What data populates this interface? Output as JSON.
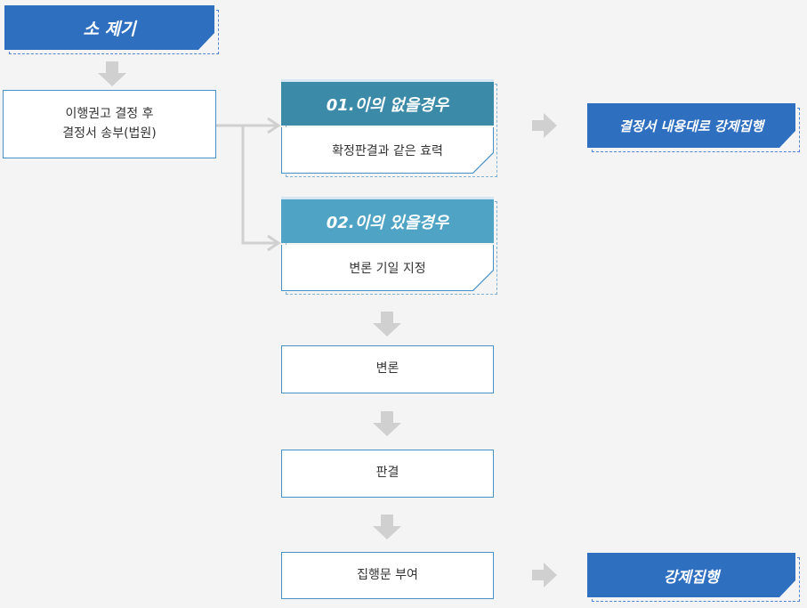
{
  "colors": {
    "banner_blue": "#2f6fc0",
    "case1_teal": "#3a8aa8",
    "case2_teal": "#4fa3c4",
    "step_border": "#4a90c4",
    "arrow_gray": "#d0d0d0"
  },
  "flow": {
    "start": "소 제기",
    "decision_step_line1": "이행권고 결정 후",
    "decision_step_line2": "결정서 송부(법원)",
    "case1": {
      "title": "01.이의 없을경우",
      "body": "확정판결과 같은 효력",
      "result": "결정서 내용대로 강제집행"
    },
    "case2": {
      "title": "02.이의 있을경우",
      "body": "변론 기일 지정"
    },
    "steps": {
      "argument": "변론",
      "judgment": "판결",
      "execution_clause": "집행문 부여"
    },
    "final": "강제집행"
  },
  "icons": {
    "down_arrow": "down-arrow-icon",
    "right_arrow": "right-arrow-icon",
    "connector": "connector-arrow"
  }
}
